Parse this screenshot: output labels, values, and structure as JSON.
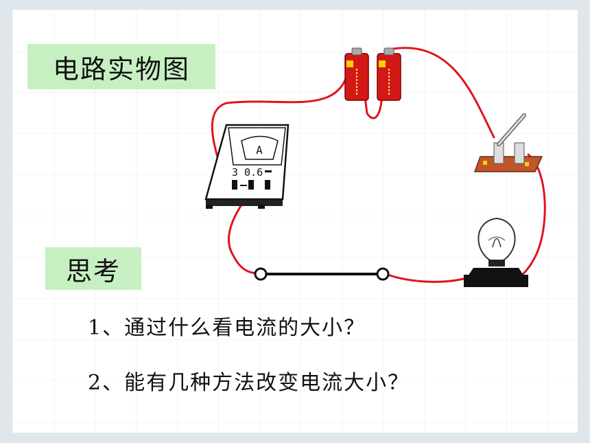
{
  "slide": {
    "title": "电路实物图",
    "think_label": "思考",
    "questions": [
      "1、通过什么看电流的大小？",
      "2、能有几种方法改变电流大小？"
    ]
  },
  "ammeter": {
    "dial_label": "A",
    "scale_text": "3 0.6"
  },
  "colors": {
    "wire": "#e0141e",
    "label_bg": "#c7f0c2",
    "battery_red": "#d41818",
    "switch_base": "#c0562a"
  },
  "icons": [
    "battery-icon",
    "ammeter-icon",
    "switch-icon",
    "light-bulb-icon"
  ]
}
